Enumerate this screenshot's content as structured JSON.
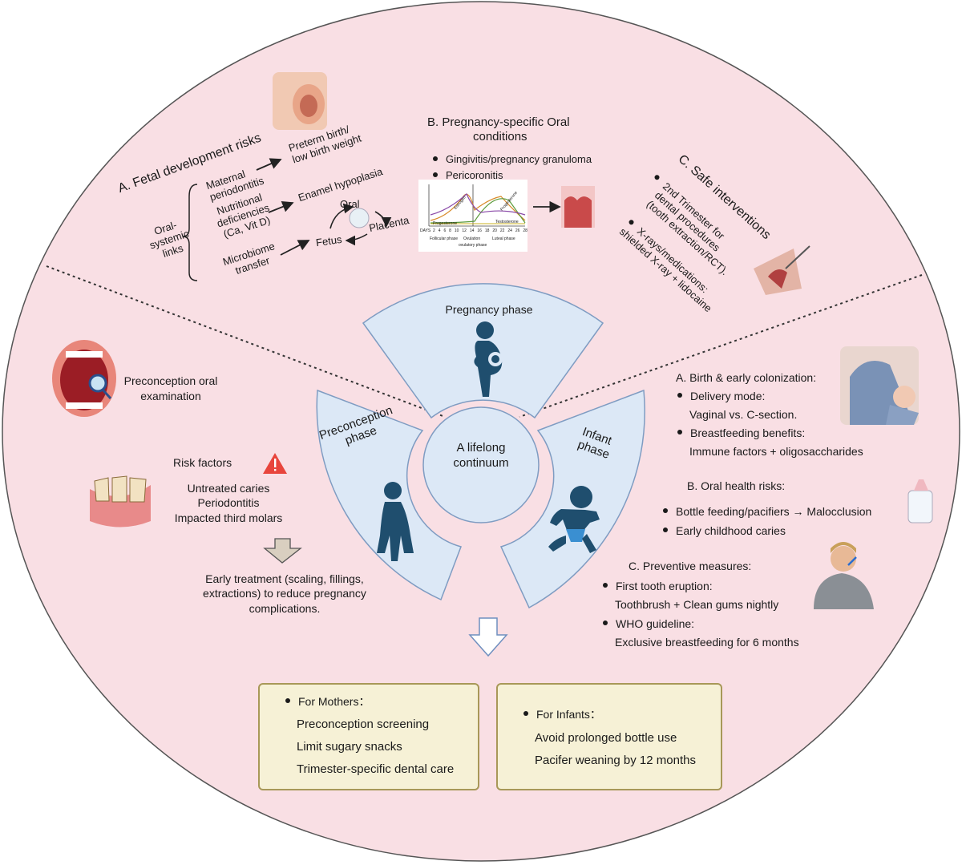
{
  "center": {
    "line1": "A lifelong",
    "line2": "continuum"
  },
  "phases": {
    "pregnancy": "Pregnancy phase",
    "preconception_l1": "Preconception",
    "preconception_l2": "phase",
    "infant_l1": "Infant",
    "infant_l2": "phase"
  },
  "fetal": {
    "title": "A. Fetal development risks",
    "maternal": [
      "Maternal",
      "periodontitis"
    ],
    "nutritional": [
      "Nutritional",
      "deficiencies",
      "(Ca, Vit D)"
    ],
    "microbiome": [
      "Microbiome",
      "transfer"
    ],
    "oral_systemic": [
      "Oral-",
      "systemic",
      "links"
    ],
    "preterm": [
      "Preterm birth/",
      "low birth weight"
    ],
    "enamel": "Enamel hypoplasia",
    "cycle": {
      "oral": "Oral",
      "placenta": "Placenta",
      "fetus": "Fetus"
    }
  },
  "pregnancy_conditions": {
    "title": [
      "B. Pregnancy-specific Oral",
      "conditions"
    ],
    "items": [
      "Gingivitis/pregnancy granuloma",
      "Pericoronitis"
    ],
    "cycle_chart": {
      "days_label": "DAYS",
      "days": [
        "2",
        "4",
        "6",
        "8",
        "10",
        "12",
        "14",
        "16",
        "18",
        "20",
        "22",
        "24",
        "26",
        "28"
      ],
      "phases": [
        "Follicular phase",
        "Ovulation",
        "ovulatory phase",
        "Luteal phase"
      ],
      "hormones": [
        "Estrogen",
        "Progesterone",
        "Testosterone",
        "Progesterone"
      ]
    }
  },
  "safe": {
    "title": "C. Safe interventions",
    "item1": [
      "2nd Trimester for",
      "dental procedures",
      "(tooth extraction/RCT)."
    ],
    "item2": [
      "X-rays/medications:",
      "shielded X-ray + lidocaine"
    ]
  },
  "preconception": {
    "exam": [
      "Preconception oral",
      "examination"
    ],
    "risk_title": "Risk factors",
    "risks": [
      "Untreated caries",
      "Periodontitis",
      "Impacted third molars"
    ],
    "early": [
      "Early treatment (scaling, fillings,",
      "extractions) to reduce pregnancy",
      "complications."
    ]
  },
  "infant": {
    "a_title": "A. Birth & early colonization:",
    "a_items": [
      "Delivery mode:",
      "Vaginal vs. C-section.",
      "Breastfeeding benefits:",
      "Immune factors + oligosaccharides"
    ],
    "b_title": "B. Oral health risks:",
    "b_items": [
      "Bottle feeding/pacifiers → Malocclusion",
      "Early childhood caries"
    ],
    "c_title": "C. Preventive measures:",
    "c_items": [
      "First tooth eruption:",
      "Toothbrush + Clean gums nightly",
      "WHO guideline:",
      "Exclusive breastfeeding for 6 months"
    ]
  },
  "mothers": {
    "title": "For Mothers：",
    "items": [
      "Preconception screening",
      "Limit sugary snacks",
      "Trimester-specific dental care"
    ]
  },
  "infants": {
    "title": "For Infants：",
    "items": [
      "Avoid prolonged bottle use",
      "Pacifer weaning by 12 months"
    ]
  },
  "colors": {
    "background": "#f9dfe4",
    "sector": "#dce8f6",
    "sector_stroke": "#7f9cc2",
    "figure": "#1f4e6e",
    "box_fill": "#f6f1d6",
    "box_border": "#a89858"
  }
}
